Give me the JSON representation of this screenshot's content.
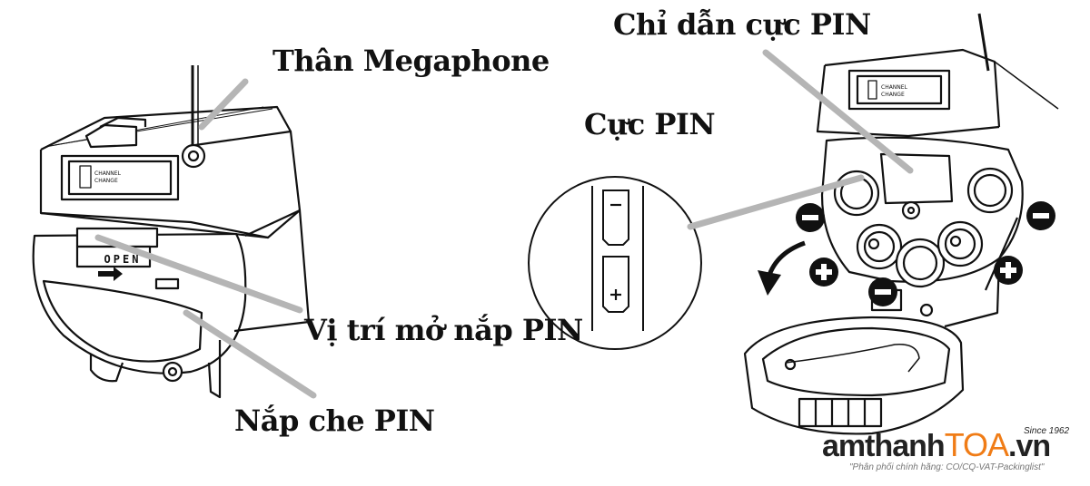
{
  "labels": {
    "than_megaphone": "Thân Megaphone",
    "vi_tri_mo_nap": "Vị trí mở nắp PIN",
    "nap_che_pin": "Nắp che PIN",
    "chi_dan_cuc_pin": "Chỉ dẫn cực PIN",
    "cuc_pin": "Cực PIN"
  },
  "device": {
    "open_text": "OPEN",
    "channel_text_1": "CHANNEL",
    "channel_text_2": "CHANGE"
  },
  "polarity": {
    "minus": "−",
    "plus": "+"
  },
  "logo": {
    "part1": "amthanh",
    "part2": "TOA",
    "part3": ".vn",
    "since": "Since 1962",
    "tagline": "\"Phân phối chính hãng: CO/CQ-VAT-Packinglist\""
  },
  "colors": {
    "accent": "#f07c16",
    "line": "#111111",
    "leader": "#b5b5b5"
  }
}
